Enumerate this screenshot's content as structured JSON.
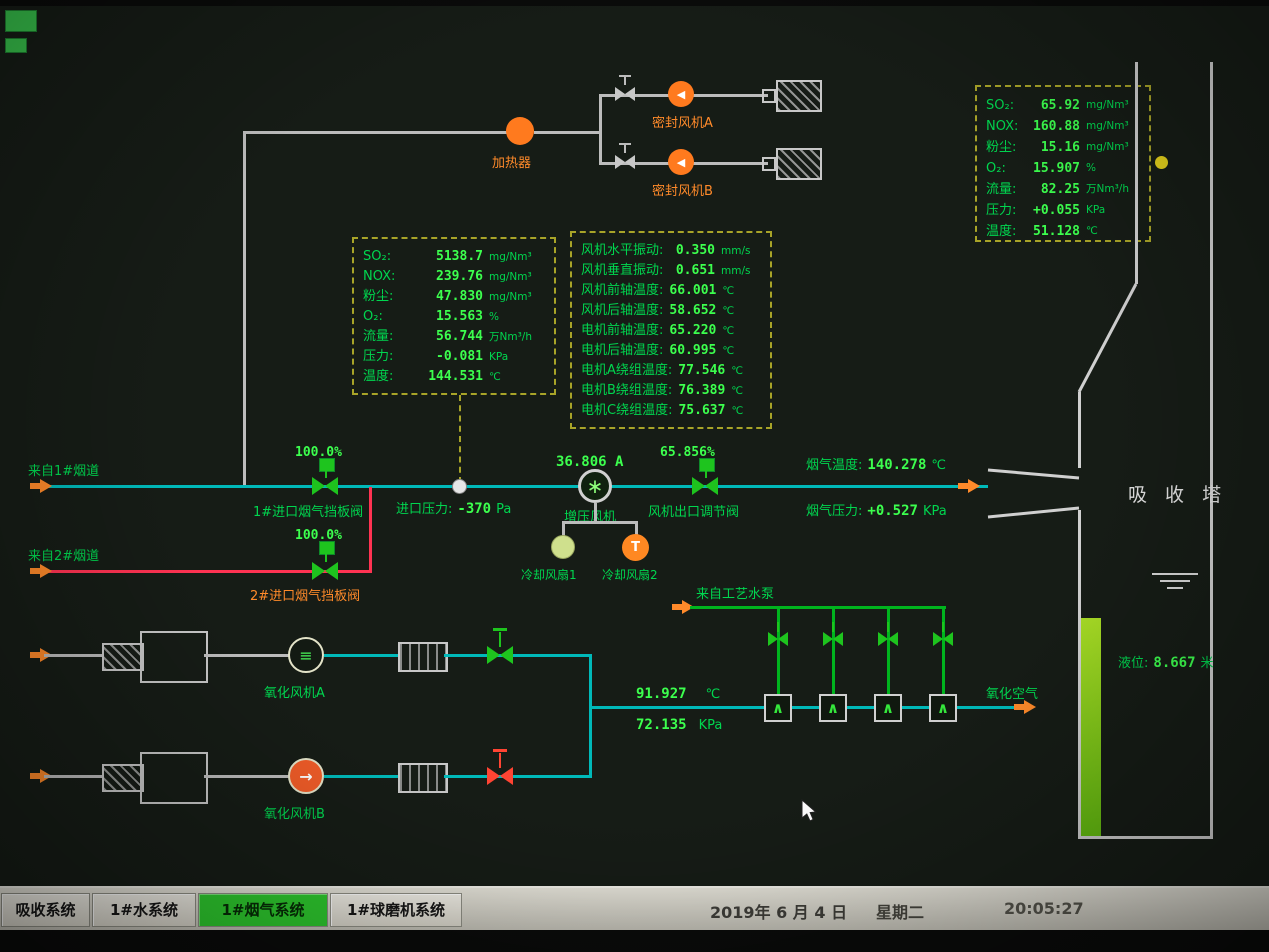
{
  "colors": {
    "label_green": "#00d64f",
    "value_green": "#3cff4e",
    "orange": "#ff8a2a",
    "flue_line_cyan": "#00b9b9",
    "flue2_line_red": "#ff3352",
    "water_line_green": "#00b41e",
    "tower_outline": "#d0d0d0",
    "level_green": "#7cc913",
    "active_tab_green": "#2ecb2e",
    "panel_border": "#a8a428"
  },
  "heater_label": "加热器",
  "seal_fan_a_label": "密封风机A",
  "seal_fan_b_label": "密封风机B",
  "outlet_panel": {
    "rows": [
      {
        "label": "SO₂:",
        "value": "65.92",
        "unit": "mg/Nm³"
      },
      {
        "label": "NOX:",
        "value": "160.88",
        "unit": "mg/Nm³"
      },
      {
        "label": "粉尘:",
        "value": "15.16",
        "unit": "mg/Nm³"
      },
      {
        "label": "O₂:",
        "value": "15.907",
        "unit": "%"
      },
      {
        "label": "流量:",
        "value": "82.25",
        "unit": "万Nm³/h"
      },
      {
        "label": "压力:",
        "value": "+0.055",
        "unit": "KPa"
      },
      {
        "label": "温度:",
        "value": "51.128",
        "unit": "℃"
      }
    ]
  },
  "inlet_panel": {
    "rows": [
      {
        "label": "SO₂:",
        "value": "5138.7",
        "unit": "mg/Nm³"
      },
      {
        "label": "NOX:",
        "value": "239.76",
        "unit": "mg/Nm³"
      },
      {
        "label": "粉尘:",
        "value": "47.830",
        "unit": "mg/Nm³"
      },
      {
        "label": "O₂:",
        "value": "15.563",
        "unit": "%"
      },
      {
        "label": "流量:",
        "value": "56.744",
        "unit": "万Nm³/h"
      },
      {
        "label": "压力:",
        "value": "-0.081",
        "unit": "KPa"
      },
      {
        "label": "温度:",
        "value": "144.531",
        "unit": "℃"
      }
    ]
  },
  "fan_panel": {
    "rows": [
      {
        "label": "风机水平振动:",
        "value": "0.350",
        "unit": "mm/s"
      },
      {
        "label": "风机垂直振动:",
        "value": "0.651",
        "unit": "mm/s"
      },
      {
        "label": "风机前轴温度:",
        "value": "66.001",
        "unit": "℃"
      },
      {
        "label": "风机后轴温度:",
        "value": "58.652",
        "unit": "℃"
      },
      {
        "label": "电机前轴温度:",
        "value": "65.220",
        "unit": "℃"
      },
      {
        "label": "电机后轴温度:",
        "value": "60.995",
        "unit": "℃"
      },
      {
        "label": "电机A绕组温度:",
        "value": "77.546",
        "unit": "℃"
      },
      {
        "label": "电机B绕组温度:",
        "value": "76.389",
        "unit": "℃"
      },
      {
        "label": "电机C绕组温度:",
        "value": "75.637",
        "unit": "℃"
      }
    ]
  },
  "flue1_source": "来自1#烟道",
  "flue2_source": "来自2#烟道",
  "damper1": {
    "pct": "100.0%",
    "label": "1#进口烟气挡板阀"
  },
  "damper2": {
    "pct": "100.0%",
    "label": "2#进口烟气挡板阀"
  },
  "inlet_pressure": {
    "label": "进口压力:",
    "value": "-370",
    "unit": "Pa"
  },
  "booster_fan": {
    "current": "36.806 A",
    "label": "增压风机"
  },
  "outlet_valve": {
    "pct": "65.856%",
    "label": "风机出口调节阀"
  },
  "flue_temp": {
    "label": "烟气温度:",
    "value": "140.278",
    "unit": "℃"
  },
  "flue_press": {
    "label": "烟气压力:",
    "value": "+0.527",
    "unit": "KPa"
  },
  "cooling_fan1_label": "冷却风扇1",
  "cooling_fan2_label": "冷却风扇2",
  "oxid_fan_a_label": "氧化风机A",
  "oxid_fan_b_label": "氧化风机B",
  "oxid_temp": {
    "value": "91.927",
    "unit": "℃"
  },
  "oxid_press": {
    "value": "72.135",
    "unit": "KPa"
  },
  "process_water_label": "来自工艺水泵",
  "oxid_air_label": "氧化空气",
  "tower": {
    "name": "吸 收 塔",
    "level_label": "液位:",
    "level_value": "8.667",
    "level_unit": "米"
  },
  "taskbar": {
    "tabs": [
      {
        "label": "吸收系统"
      },
      {
        "label": "1#水系统"
      },
      {
        "label": "1#烟气系统"
      },
      {
        "label": "1#球磨机系统"
      }
    ],
    "active_index": 2,
    "date": "2019年 6 月 4 日",
    "weekday": "星期二",
    "time": "20:05:27"
  }
}
